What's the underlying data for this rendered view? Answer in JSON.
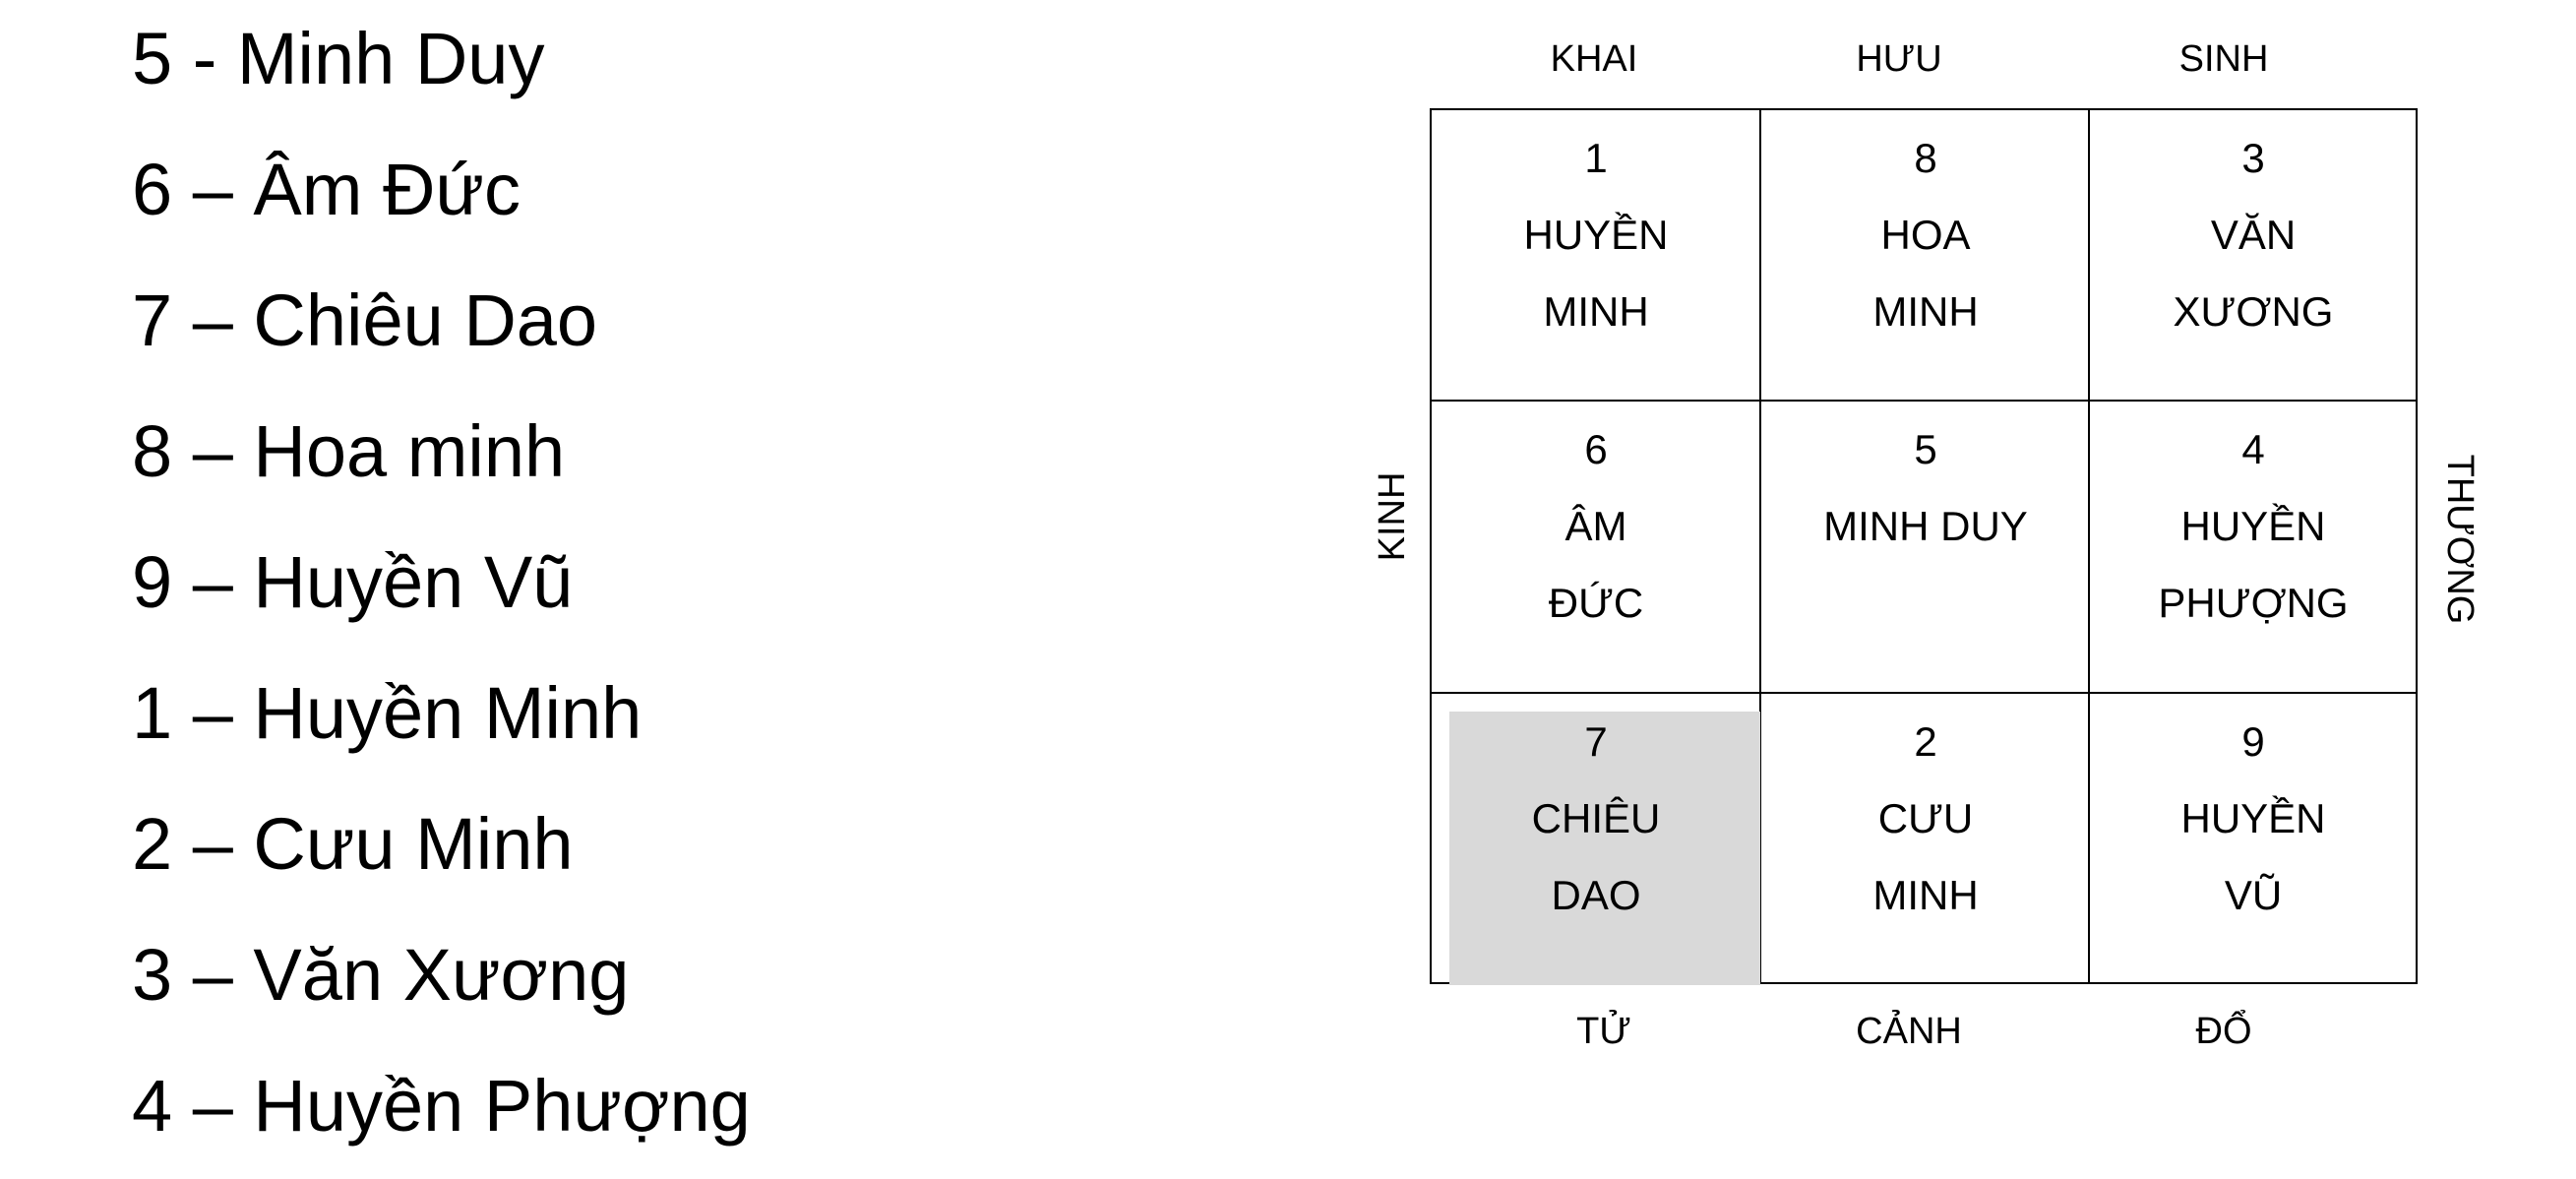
{
  "list": [
    "5 - Minh Duy",
    "6 – Âm Đức",
    "7 – Chiêu Dao",
    "8 – Hoa minh",
    "9 – Huyền Vũ",
    "1 – Huyền Minh",
    "2 – Cưu Minh",
    "3 – Văn Xương",
    "4 – Huyền Phượng"
  ],
  "directions": {
    "top": [
      "KHAI",
      "HƯU",
      "SINH"
    ],
    "bottom": [
      "TỬ",
      "CẢNH",
      "ĐỔ"
    ],
    "left": "KINH",
    "right": "THƯƠNG"
  },
  "grid": [
    [
      {
        "number": "1",
        "name1": "HUYỀN",
        "name2": "MINH"
      },
      {
        "number": "8",
        "name1": "HOA",
        "name2": "MINH"
      },
      {
        "number": "3",
        "name1": "VĂN",
        "name2": "XƯƠNG"
      }
    ],
    [
      {
        "number": "6",
        "name1": "ÂM",
        "name2": "ĐỨC"
      },
      {
        "number": "5",
        "name1": "MINH DUY",
        "name2": ""
      },
      {
        "number": "4",
        "name1": "HUYỀN",
        "name2": "PHƯỢNG"
      }
    ],
    [
      {
        "number": "7",
        "name1": "CHIÊU",
        "name2": "DAO",
        "highlight": true
      },
      {
        "number": "2",
        "name1": "CƯU",
        "name2": "MINH"
      },
      {
        "number": "9",
        "name1": "HUYỀN",
        "name2": "VŨ"
      }
    ]
  ],
  "colors": {
    "highlight": "#d9d9d9",
    "border": "#000000",
    "text": "#000000"
  }
}
